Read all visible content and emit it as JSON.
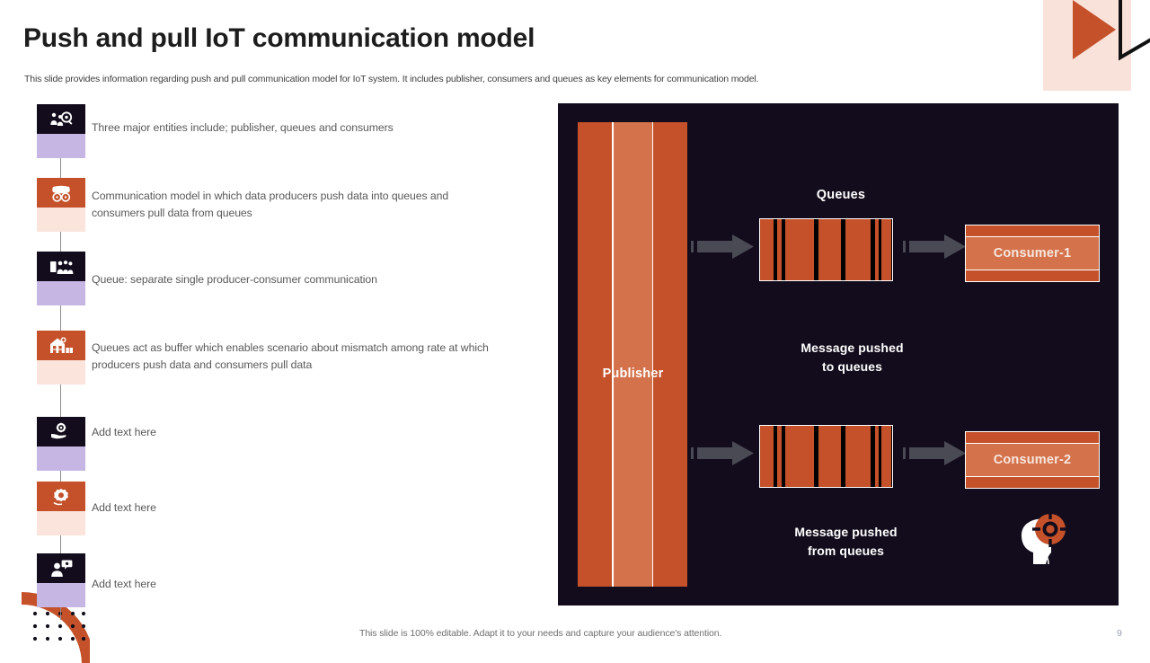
{
  "slide": {
    "title": "Push and pull IoT communication model",
    "subtitle": "This slide provides information regarding push and pull communication model for IoT system. It includes publisher, consumers and queues as key elements for communication model.",
    "footer_note": "This slide is 100% editable. Adapt it to your needs and capture your audience's attention.",
    "page_number": "9"
  },
  "theme": {
    "orange": "#c4512a",
    "orange_light": "#d4724b",
    "dark_navy": "#130c1c",
    "lavender": "#c5b6e3",
    "peach": "#fae4dc",
    "pale_pink": "#f9e2da",
    "arrow_gray": "#4a4a55",
    "text_gray": "#595959"
  },
  "timeline": {
    "items": [
      {
        "text": "Three major entities include; publisher, queues and consumers",
        "icon": "people-search-icon",
        "box_color": "dark",
        "chip_color": "lavender"
      },
      {
        "text": "Communication model in which data producers push data into queues and consumers pull data from queues",
        "icon": "data-cart-icon",
        "box_color": "orange",
        "chip_color": "peach"
      },
      {
        "text": "Queue: separate single producer-consumer communication",
        "icon": "people-group-icon",
        "box_color": "dark",
        "chip_color": "lavender"
      },
      {
        "text": "Queues act as buffer which enables scenario about mismatch among rate at which producers push data and consumers pull data",
        "icon": "warehouse-icon",
        "box_color": "orange",
        "chip_color": "peach"
      },
      {
        "text": "Add text here",
        "icon": "hand-gear-icon",
        "box_color": "dark",
        "chip_color": "lavender"
      },
      {
        "text": "Add text here",
        "icon": "gear-settings-icon",
        "box_color": "orange",
        "chip_color": "peach"
      },
      {
        "text": "Add text here",
        "icon": "user-message-icon",
        "box_color": "dark",
        "chip_color": "lavender"
      }
    ]
  },
  "diagram": {
    "publisher_label": "Publisher",
    "queues_label": "Queues",
    "flows": [
      {
        "consumer_label": "Consumer-1",
        "caption_line1": "Message pushed",
        "caption_line2": "to queues"
      },
      {
        "consumer_label": "Consumer-2",
        "caption_line1": "Message pushed",
        "caption_line2": "from queues"
      }
    ],
    "mind_icon": "head-target-icon"
  }
}
